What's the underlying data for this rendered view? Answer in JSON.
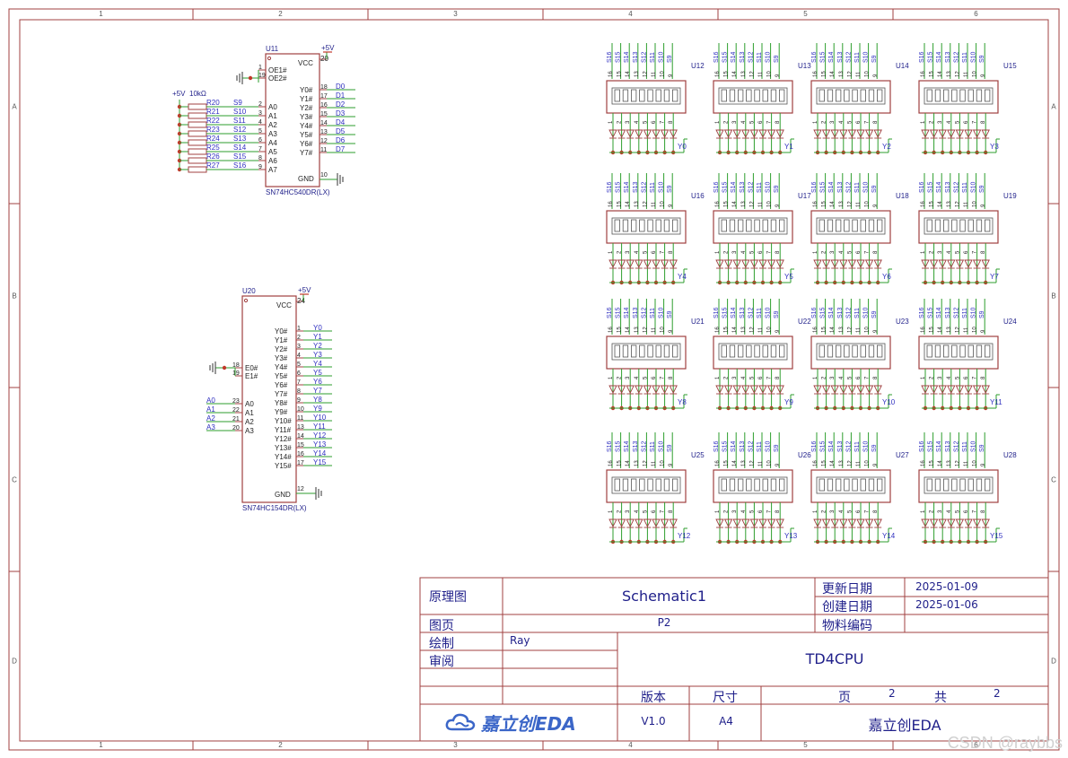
{
  "sheet": {
    "col_labels": [
      "1",
      "2",
      "3",
      "4",
      "5",
      "6"
    ],
    "row_labels": [
      "A",
      "B",
      "C",
      "D"
    ]
  },
  "u11": {
    "ref": "U11",
    "part": "SN74HC540DR(LX)",
    "vcc_net": "+5V",
    "pin_vcc": "VCC",
    "pin_vcc_num": "20",
    "pin_gnd": "GND",
    "pin_gnd_num": "10",
    "oe_pins": [
      {
        "num": "1",
        "name": "OE1#"
      },
      {
        "num": "19",
        "name": "OE2#"
      }
    ],
    "a_pins": [
      {
        "num": "2",
        "name": "A0"
      },
      {
        "num": "3",
        "name": "A1"
      },
      {
        "num": "4",
        "name": "A2"
      },
      {
        "num": "5",
        "name": "A3"
      },
      {
        "num": "6",
        "name": "A4"
      },
      {
        "num": "7",
        "name": "A5"
      },
      {
        "num": "8",
        "name": "A6"
      },
      {
        "num": "9",
        "name": "A7"
      }
    ],
    "y_pins": [
      {
        "num": "18",
        "name": "Y0#",
        "net": "D0"
      },
      {
        "num": "17",
        "name": "Y1#",
        "net": "D1"
      },
      {
        "num": "16",
        "name": "Y2#",
        "net": "D2"
      },
      {
        "num": "15",
        "name": "Y3#",
        "net": "D3"
      },
      {
        "num": "14",
        "name": "Y4#",
        "net": "D4"
      },
      {
        "num": "13",
        "name": "Y5#",
        "net": "D5"
      },
      {
        "num": "12",
        "name": "Y6#",
        "net": "D6"
      },
      {
        "num": "11",
        "name": "Y7#",
        "net": "D7"
      }
    ]
  },
  "resistors": {
    "supply": "+5V",
    "value": "10kΩ",
    "items": [
      {
        "ref": "R20",
        "net": "S9"
      },
      {
        "ref": "R21",
        "net": "S10"
      },
      {
        "ref": "R22",
        "net": "S11"
      },
      {
        "ref": "R23",
        "net": "S12"
      },
      {
        "ref": "R24",
        "net": "S13"
      },
      {
        "ref": "R25",
        "net": "S14"
      },
      {
        "ref": "R26",
        "net": "S15"
      },
      {
        "ref": "R27",
        "net": "S16"
      }
    ]
  },
  "u20": {
    "ref": "U20",
    "part": "SN74HC154DR(LX)",
    "vcc_net": "+5V",
    "pin_vcc": "VCC",
    "pin_vcc_num": "24",
    "pin_gnd": "GND",
    "pin_gnd_num": "12",
    "e_pins": [
      {
        "num": "18",
        "name": "E0#"
      },
      {
        "num": "19",
        "name": "E1#"
      }
    ],
    "a_pins": [
      {
        "num": "23",
        "name": "A0",
        "net": "A0"
      },
      {
        "num": "22",
        "name": "A1",
        "net": "A1"
      },
      {
        "num": "21",
        "name": "A2",
        "net": "A2"
      },
      {
        "num": "20",
        "name": "A3",
        "net": "A3"
      }
    ],
    "y_pins": [
      {
        "num": "1",
        "name": "Y0#",
        "net": "Y0"
      },
      {
        "num": "2",
        "name": "Y1#",
        "net": "Y1"
      },
      {
        "num": "3",
        "name": "Y2#",
        "net": "Y2"
      },
      {
        "num": "4",
        "name": "Y3#",
        "net": "Y3"
      },
      {
        "num": "5",
        "name": "Y4#",
        "net": "Y4"
      },
      {
        "num": "6",
        "name": "Y5#",
        "net": "Y5"
      },
      {
        "num": "7",
        "name": "Y6#",
        "net": "Y6"
      },
      {
        "num": "8",
        "name": "Y7#",
        "net": "Y7"
      },
      {
        "num": "9",
        "name": "Y8#",
        "net": "Y8"
      },
      {
        "num": "10",
        "name": "Y9#",
        "net": "Y9"
      },
      {
        "num": "11",
        "name": "Y10#",
        "net": "Y10"
      },
      {
        "num": "13",
        "name": "Y11#",
        "net": "Y11"
      },
      {
        "num": "14",
        "name": "Y12#",
        "net": "Y12"
      },
      {
        "num": "15",
        "name": "Y13#",
        "net": "Y13"
      },
      {
        "num": "16",
        "name": "Y14#",
        "net": "Y14"
      },
      {
        "num": "17",
        "name": "Y15#",
        "net": "Y15"
      }
    ]
  },
  "dip_switches": {
    "top_nets": [
      "S16",
      "S15",
      "S14",
      "S13",
      "S12",
      "S11",
      "S10",
      "S9"
    ],
    "pin_nums_top": [
      "16",
      "15",
      "14",
      "13",
      "12",
      "11",
      "10",
      "9"
    ],
    "pin_nums_bottom": [
      "1",
      "2",
      "3",
      "4",
      "5",
      "6",
      "7",
      "8"
    ],
    "items": [
      {
        "ref": "U12",
        "net": "Y0"
      },
      {
        "ref": "U13",
        "net": "Y1"
      },
      {
        "ref": "U14",
        "net": "Y2"
      },
      {
        "ref": "U15",
        "net": "Y3"
      },
      {
        "ref": "U16",
        "net": "Y4"
      },
      {
        "ref": "U17",
        "net": "Y5"
      },
      {
        "ref": "U18",
        "net": "Y6"
      },
      {
        "ref": "U19",
        "net": "Y7"
      },
      {
        "ref": "U21",
        "net": "Y8"
      },
      {
        "ref": "U22",
        "net": "Y9"
      },
      {
        "ref": "U23",
        "net": "Y10"
      },
      {
        "ref": "U24",
        "net": "Y11"
      },
      {
        "ref": "U25",
        "net": "Y12"
      },
      {
        "ref": "U26",
        "net": "Y13"
      },
      {
        "ref": "U27",
        "net": "Y14"
      },
      {
        "ref": "U28",
        "net": "Y15"
      }
    ]
  },
  "title_block": {
    "type_label": "原理图",
    "schematic_name": "Schematic1",
    "updated_label": "更新日期",
    "updated_date": "2025-01-09",
    "created_label": "创建日期",
    "created_date": "2025-01-06",
    "page_label": "图页",
    "page_value": "P2",
    "material_label": "物料编码",
    "drawn_label": "绘制",
    "drawn_by": "Ray",
    "review_label": "审阅",
    "project": "TD4CPU",
    "version_label": "版本",
    "version": "V1.0",
    "size_label": "尺寸",
    "size": "A4",
    "page_num_label": "页",
    "page_num": "2",
    "total_label": "共",
    "total_pages": "2",
    "company": "嘉立创EDA",
    "logo_text": "嘉立创EDA"
  },
  "watermark": "CSDN @raybbs",
  "colors": {
    "frame": "#a04040",
    "wire": "#2e9e2e",
    "text": "#1f1f8a",
    "dot": "#c0392b",
    "label": "#3030c0"
  }
}
